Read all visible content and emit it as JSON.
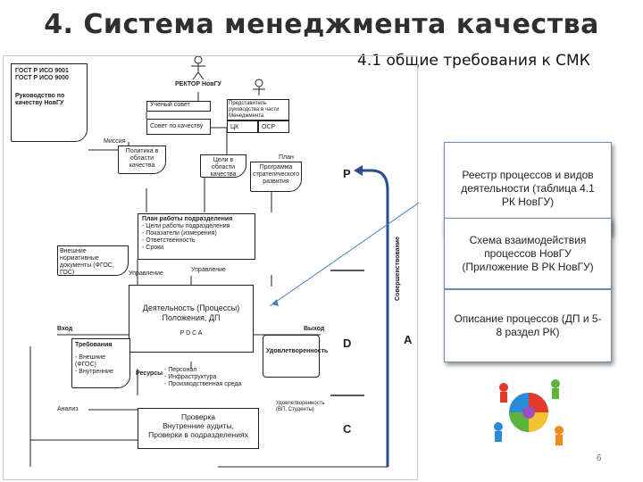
{
  "slide": {
    "title": "4. Система менеджмента качества",
    "subtitle": "4.1 общие требования к СМК",
    "page_number": "6"
  },
  "diagram": {
    "standards": "ГОСТ Р ИСО 9001\nГОСТ Р ИСО 9000",
    "manual": "Руководство по качеству НовГУ",
    "rector": "РЕКТОР НовГУ",
    "academic_council": "Ученый совет",
    "quality_council": "Совет по качеству",
    "rep_management": "Представитель руководства в части Менеджмента",
    "ucq": "ЦК",
    "osr": "ОСР",
    "mission": "Миссия",
    "policy": "Политика в области качества",
    "goals": "Цели в области качества",
    "plan": "План",
    "program": "Программа стратегического развития",
    "work_plan_title": "План работы подразделения",
    "work_plan_items": "- Цели работы подразделения\n- Показатели (измерения)\n- Ответственность\n- Сроки",
    "external_docs": "Внешние нормативные документы (ФГОС, ГОС)",
    "control": "Управление",
    "control2": "Управление",
    "activity_title": "Деятельность (Процессы)",
    "activity_sub": "Положения, ДП",
    "pdca": "P D C A",
    "input": "Вход",
    "output": "Выход",
    "requirements_title": "Требования",
    "requirements_items": "- Внешние (ФГОС)\n- Внутренние",
    "resources": "Ресурсы",
    "resources_items": "- Персонал\n- Инфраструктура\n- Производственная среда",
    "satisfaction": "Удовлетворенность",
    "satisfaction_note": "Удовлетворенность (ВП, Студенты)",
    "analysis": "Анализ",
    "check_title": "Проверка",
    "check_items": "Внутренние аудиты,\nПроверки в подразделениях",
    "improvement": "Совершенствование",
    "letter_p": "P",
    "letter_d": "D",
    "letter_a": "A",
    "letter_c": "C"
  },
  "info_boxes": [
    {
      "text": "Реестр процессов и видов деятельности (таблица 4.1 РК НовГУ)"
    },
    {
      "text": "Схема взаимодействия процессов НовГУ (Приложение В РК НовГУ)"
    },
    {
      "text": "Описание процессов (ДП и 5-8 раздел РК)"
    }
  ],
  "puzzle": {
    "colors": [
      "#2a8bd6",
      "#e23b2e",
      "#f4c430",
      "#5bb53a",
      "#9b4fc4",
      "#f08a1c"
    ]
  }
}
